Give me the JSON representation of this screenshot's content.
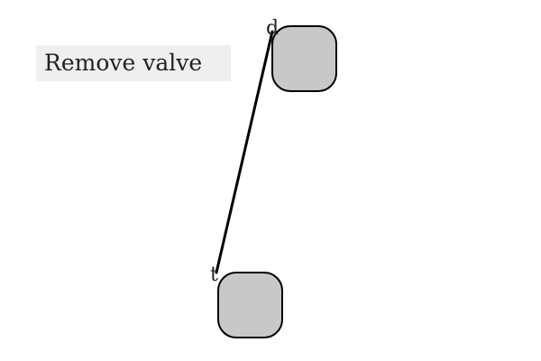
{
  "action": {
    "label": "Remove valve"
  },
  "nodes": [
    {
      "id": "top-node",
      "port_label": "d",
      "fill": "#c8c8c8",
      "stroke": "#000000"
    },
    {
      "id": "bottom-node",
      "port_label": "t",
      "fill": "#c8c8c8",
      "stroke": "#000000"
    }
  ],
  "edge": {
    "from": "top-node",
    "to": "bottom-node",
    "color": "#000000"
  }
}
